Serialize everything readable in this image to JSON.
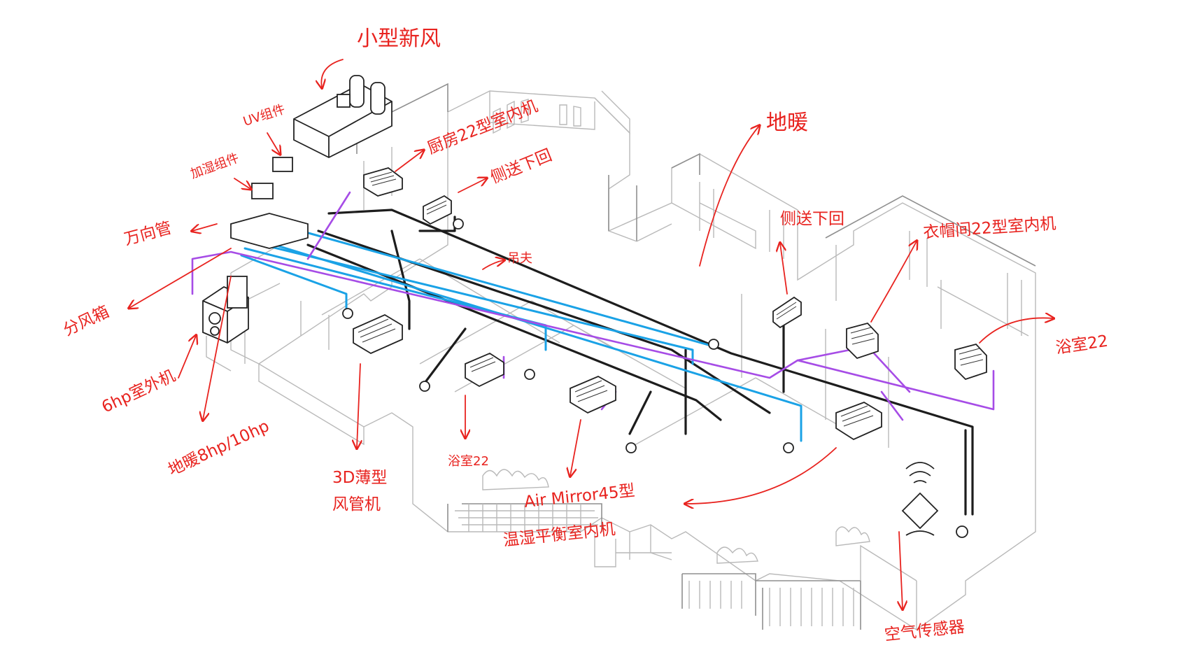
{
  "labels": {
    "small_fresh_air": "小型新风",
    "uv_module": "UV组件",
    "humidify_module": "加湿组件",
    "universal_pipe": "万向管",
    "split_box": "分风箱",
    "outdoor_unit": "6hp室外机",
    "floor_heating_unit": "地暖8hp/10hp",
    "kitchen_unit": "厨房22型室内机",
    "side_supply_kitchen": "侧送下回",
    "floor_heating": "地暖",
    "side_supply_living": "侧送下回",
    "cloakroom_unit": "衣帽间22型室内机",
    "bathroom_right": "浴室22",
    "hanger": "吊夫",
    "thin_duct_unit_line1": "3D薄型",
    "thin_duct_unit_line2": "风管机",
    "bathroom_mid": "浴室22",
    "airmirror_line1": "Air Mirror45型",
    "airmirror_line2": "温湿平衡室内机",
    "air_sensor": "空气传感器"
  },
  "colors": {
    "annotation": "#e8231f",
    "pipe_refrigerant": "#1aa2e6",
    "pipe_heating": "#a64ce6",
    "pipe_drain": "#1d1d1d",
    "building_line": "#b9b9b9"
  },
  "icons": {
    "sensor": "wifi-signal-icon"
  }
}
